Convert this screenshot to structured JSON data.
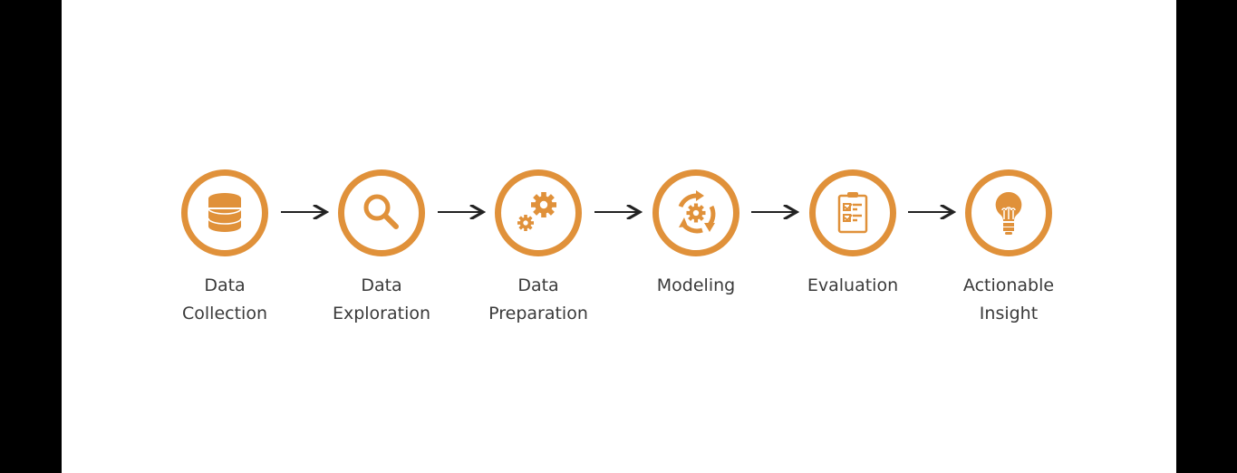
{
  "colors": {
    "accent": "#E0913A",
    "text": "#3a3a3a",
    "arrow": "#222222"
  },
  "steps": [
    {
      "icon": "database-icon",
      "line1": "Data",
      "line2": "Collection"
    },
    {
      "icon": "magnifier-icon",
      "line1": "Data",
      "line2": "Exploration"
    },
    {
      "icon": "gears-icon",
      "line1": "Data",
      "line2": "Preparation"
    },
    {
      "icon": "cycle-gear-icon",
      "line1": "Modeling",
      "line2": ""
    },
    {
      "icon": "clipboard-checklist-icon",
      "line1": "Evaluation",
      "line2": ""
    },
    {
      "icon": "lightbulb-icon",
      "line1": "Actionable",
      "line2": "Insight"
    }
  ]
}
